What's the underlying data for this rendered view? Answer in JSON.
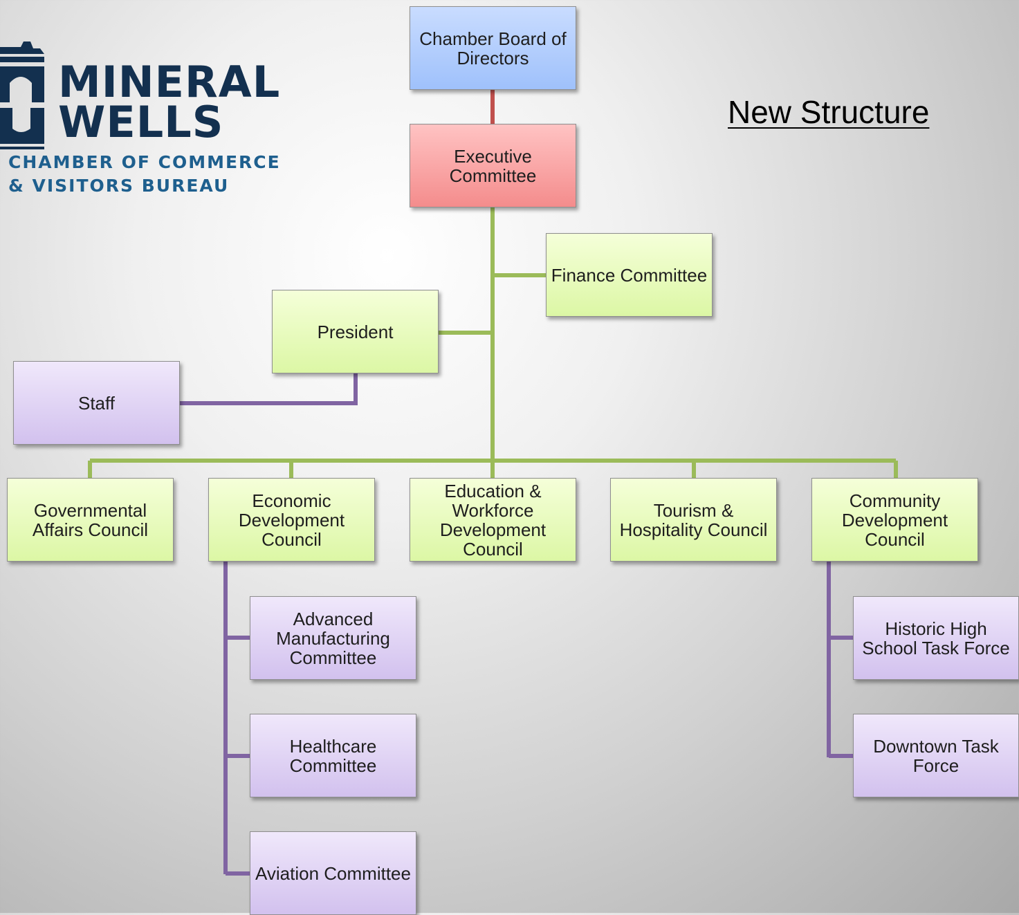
{
  "title": "New Structure",
  "logo": {
    "line1": "MINERAL",
    "line2": "WELLS",
    "line3": "CHAMBER OF COMMERCE",
    "line4": "& VISITORS BUREAU",
    "colors": {
      "dark": "#13304f",
      "accent": "#1e5f8e"
    }
  },
  "nodes": {
    "board": "Chamber Board of\nDirectors",
    "executive": "Executive\nCommittee",
    "finance": "Finance Committee",
    "president": "President",
    "staff": "Staff",
    "governmental": "Governmental\nAffairs Council",
    "economic": "Economic\nDevelopment\nCouncil",
    "education": "Education &\nWorkforce\nDevelopment\nCouncil",
    "tourism": "Tourism  &\nHospitality  Council",
    "community": "Community\nDevelopment\nCouncil",
    "advanced_manufacturing": "Advanced\nManufacturing\nCommittee",
    "healthcare": "Healthcare\nCommittee",
    "aviation": "Aviation  Committee",
    "historic_high_school": "Historic High\nSchool Task Force",
    "downtown": "Downtown  Task\nForce"
  },
  "colors": {
    "board_fill": "#b8d0fc",
    "executive_fill": "#f9a9a9",
    "green_fill": "#e8fbbf",
    "purple_fill": "#e0d4f5",
    "red_connector": "#c0504d",
    "green_connector": "#9bbb59",
    "purple_connector": "#8064a2"
  }
}
